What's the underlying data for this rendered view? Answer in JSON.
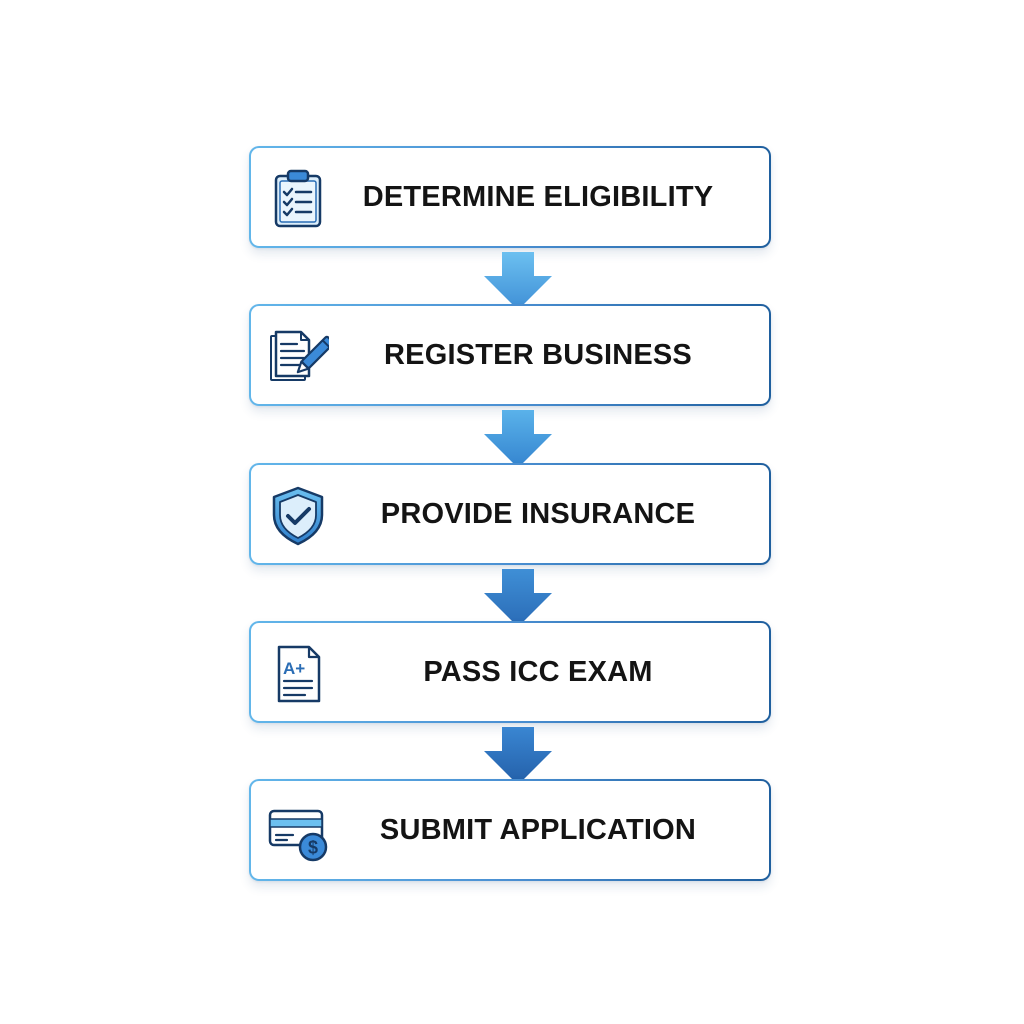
{
  "flowchart": {
    "steps": [
      {
        "label": "DETERMINE ELIGIBILITY",
        "icon": "clipboard-checklist-icon"
      },
      {
        "label": "REGISTER BUSINESS",
        "icon": "document-pen-icon"
      },
      {
        "label": "PROVIDE INSURANCE",
        "icon": "shield-check-icon"
      },
      {
        "label": "PASS ICC EXAM",
        "icon": "exam-grade-icon"
      },
      {
        "label": "SUBMIT APPLICATION",
        "icon": "payment-card-icon"
      }
    ],
    "icon_badge_text": {
      "exam_grade": "A+",
      "payment_symbol": "$"
    },
    "colors": {
      "light_blue": "#62b6ea",
      "mid_blue": "#4a8fd2",
      "dark_blue": "#1f5f9e",
      "navy": "#163a66",
      "text": "#141414"
    }
  }
}
